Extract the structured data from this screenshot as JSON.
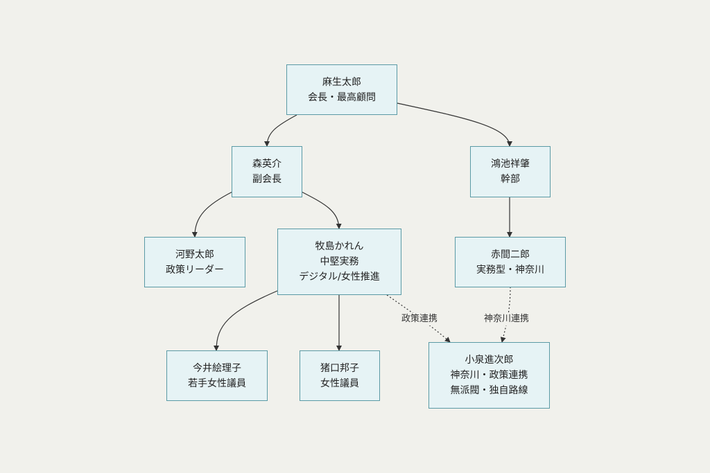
{
  "nodes": {
    "aso": {
      "name": "麻生太郎",
      "role": "会長・最高顧問"
    },
    "mori": {
      "name": "森英介",
      "role": "副会長"
    },
    "konoike": {
      "name": "鴻池祥肇",
      "role": "幹部"
    },
    "kono": {
      "name": "河野太郎",
      "role": "政策リーダー"
    },
    "makishima": {
      "name": "牧島かれん",
      "role": "中堅実務",
      "detail": "デジタル/女性推進"
    },
    "akama": {
      "name": "赤間二郎",
      "role": "実務型・神奈川"
    },
    "imai": {
      "name": "今井絵理子",
      "role": "若手女性議員"
    },
    "inoguchi": {
      "name": "猪口邦子",
      "role": "女性議員"
    },
    "koizumi": {
      "name": "小泉進次郎",
      "role": "神奈川・政策連携",
      "detail": "無派閥・独自路線"
    }
  },
  "edges": {
    "makishima_koizumi_label": "政策連携",
    "akama_koizumi_label": "神奈川連携"
  },
  "colors": {
    "background": "#f1f1ec",
    "node_fill": "#e6f3f5",
    "node_border": "#5a9aa5",
    "edge": "#333333"
  }
}
